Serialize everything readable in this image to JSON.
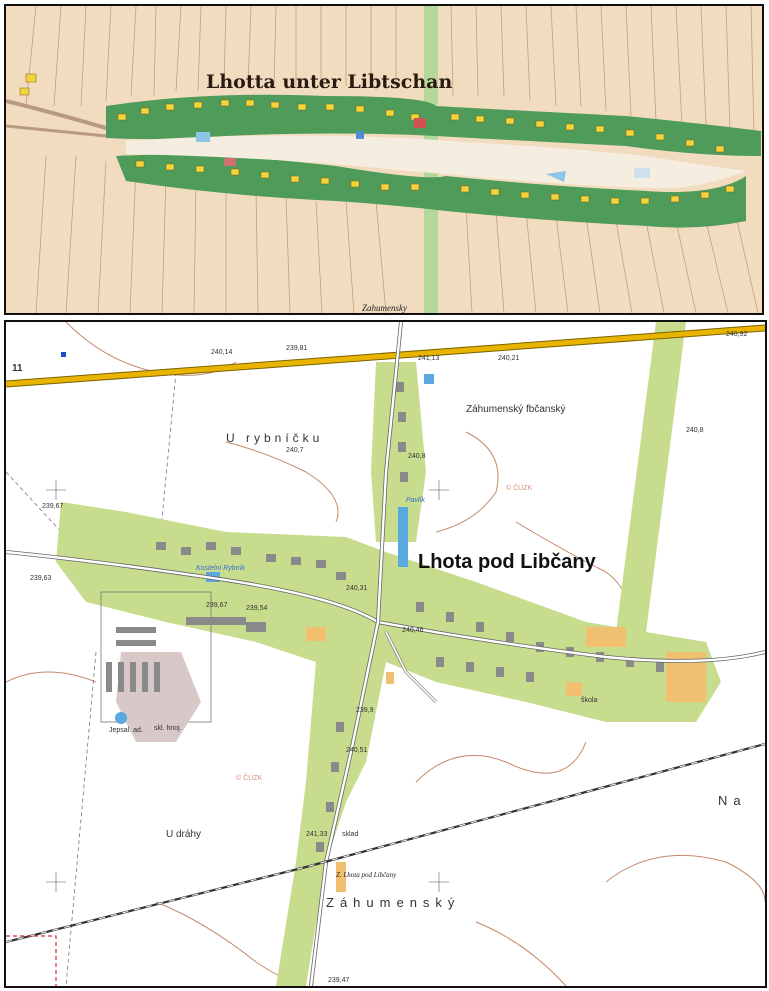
{
  "top_map": {
    "title": "Lhotta unter Libtschan",
    "bottom_label": "Zahumensky"
  },
  "bottom_map": {
    "village_title": "Lhota pod Libčany",
    "road_number": "11",
    "place_names": {
      "u_rybnicku": "U rybníčku",
      "zahumensky_top": "Záhumenský fbčanský",
      "u_drahy": "U dráhy",
      "zahumensky_bottom": "Záhumenský",
      "na": "Na",
      "station": "Z. Lhota pod Libčany",
      "pond": "Pavlík",
      "pond2": "Kostelní Rybník",
      "school": "škola",
      "sklad": "sklad",
      "aeroby": "skl. hnoj.",
      "jepsen": "Jepsal. ad."
    },
    "heights": {
      "h1": "240,14",
      "h2": "239,81",
      "h3": "241,13",
      "h4": "240,21",
      "h5": "240,92",
      "h6": "240,8",
      "h7": "239,67",
      "h8": "239,63",
      "h9": "239,54",
      "h10": "240,31",
      "h11": "239,67",
      "h12": "240,51",
      "h13": "241,33",
      "h14": "240,46",
      "h15": "240,8",
      "h16": "240,7",
      "h17": "239,9",
      "h18": "239,47"
    },
    "watermarks": {
      "w1": "© ČÚZK",
      "w2": "© ČÚZK"
    }
  },
  "colors": {
    "old_field": "#f2dcc0",
    "old_garden": "#4f9b5a",
    "old_house": "#f2d53a",
    "old_square": "#f5eee0",
    "new_builtup": "#c7dc8c",
    "new_building": "#8a8a8a",
    "new_road": "#ffffff",
    "highway": "#e8b400",
    "contour": "#c48a6a",
    "water": "#5aa8e0"
  }
}
